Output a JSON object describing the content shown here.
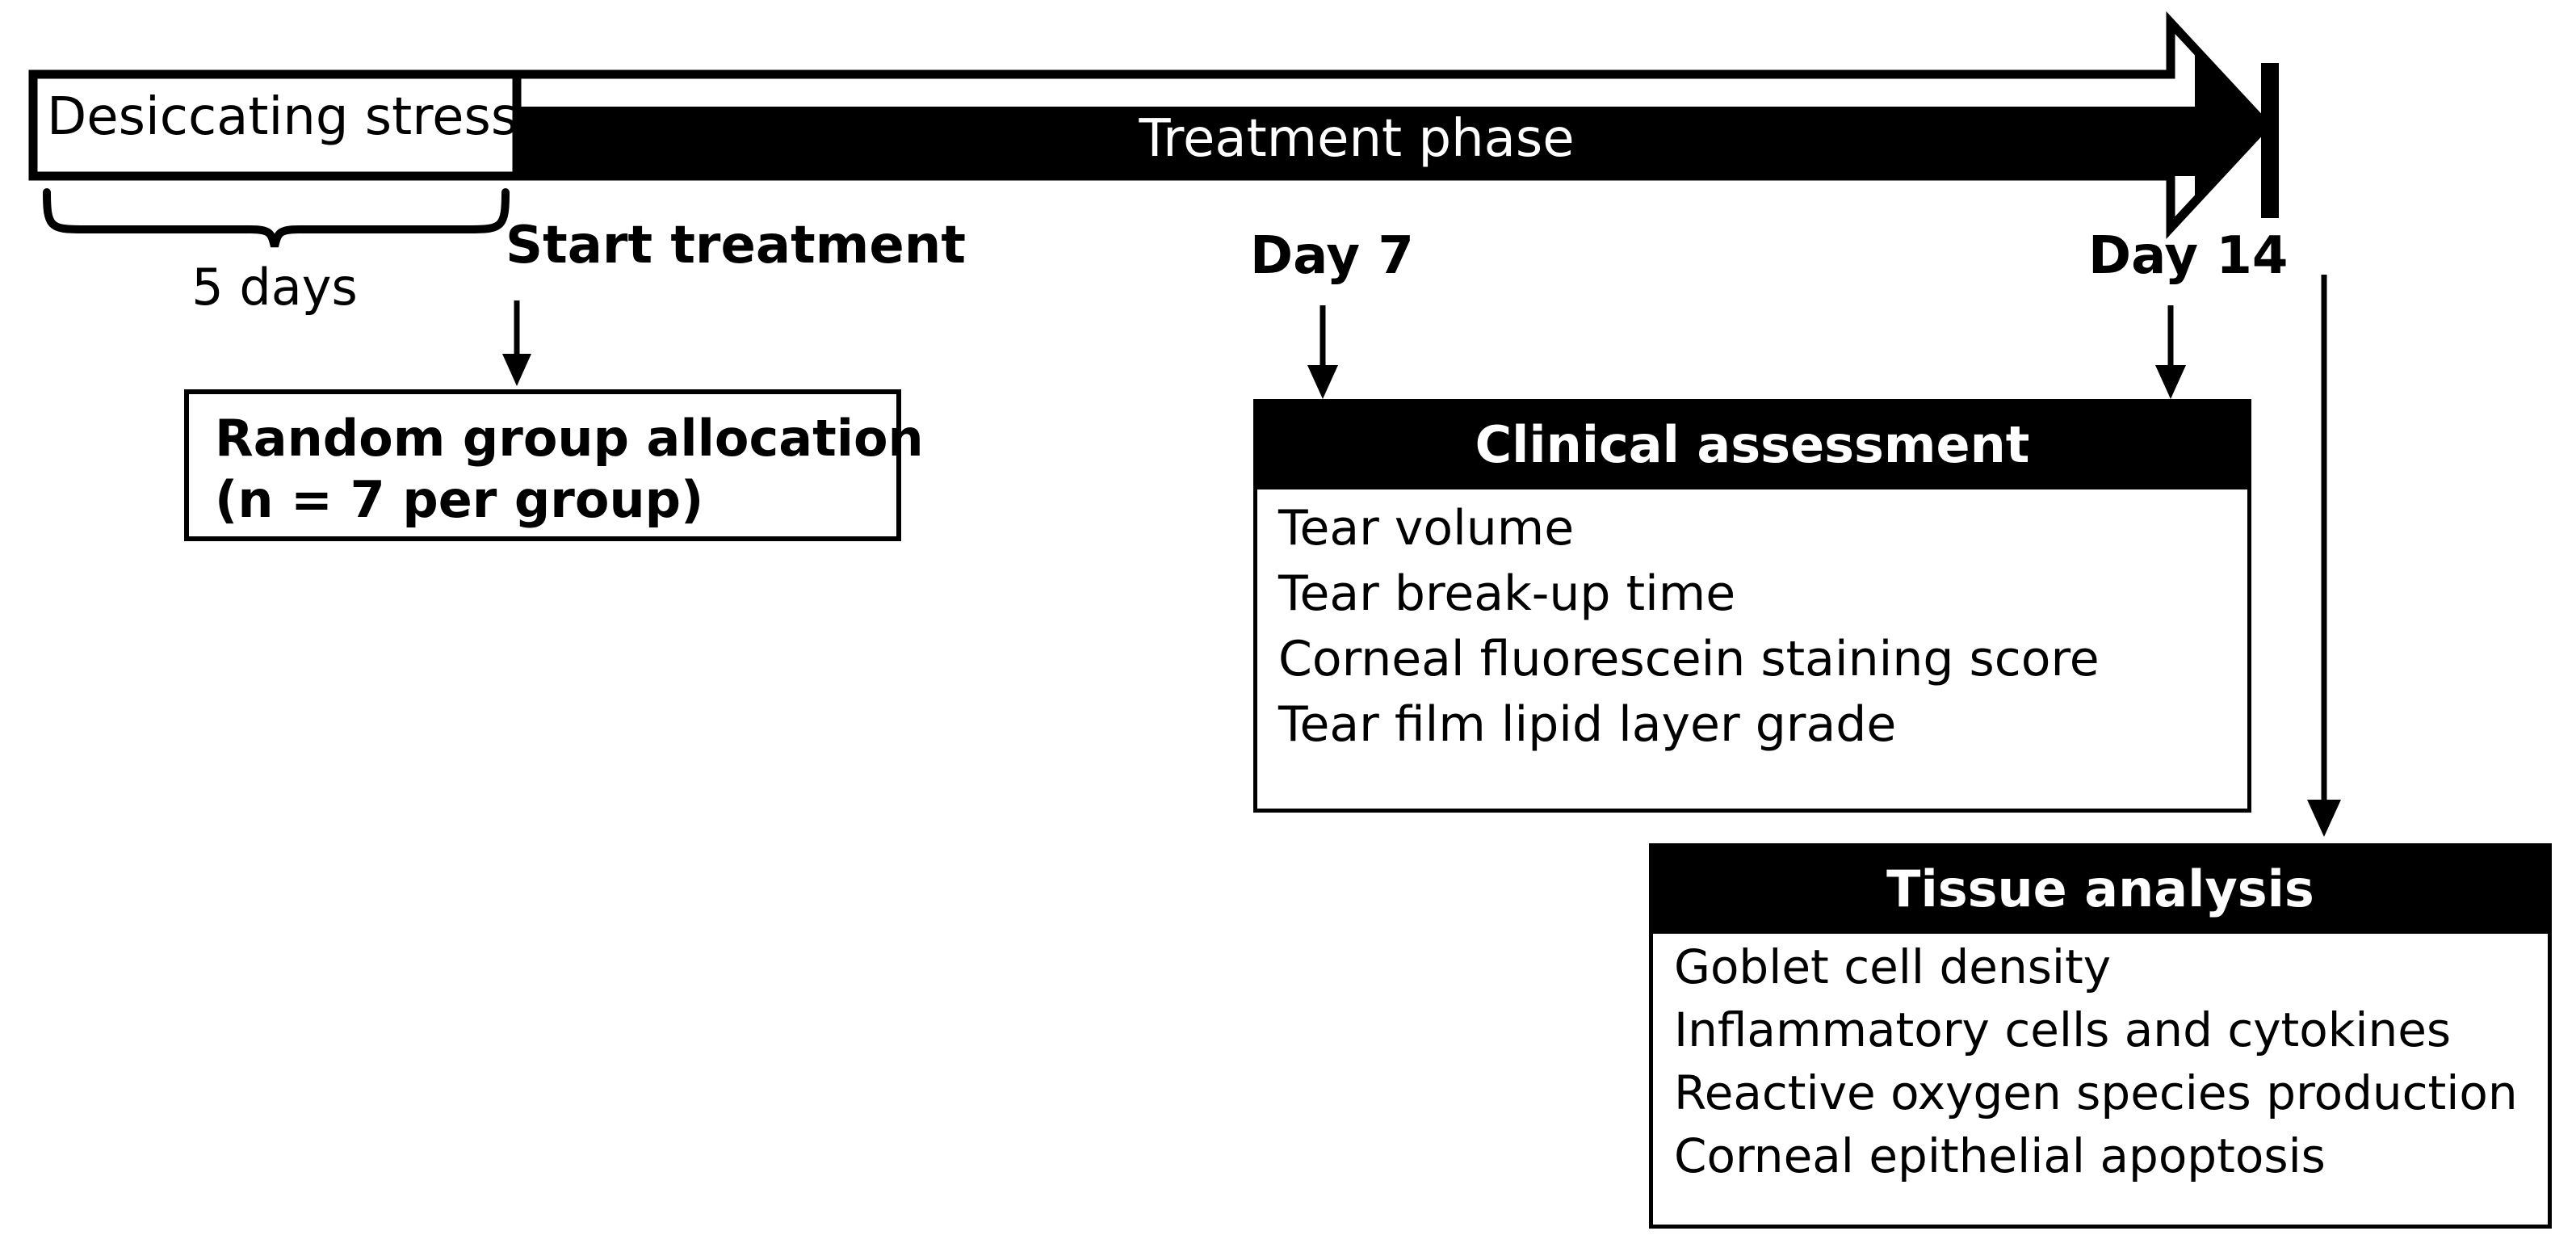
{
  "timeline": {
    "pre_phase_label": "Desiccating stress",
    "pre_phase_duration": "5 days",
    "treatment_phase_label": "Treatment phase",
    "milestones": [
      {
        "id": "start-treatment",
        "label": "Start treatment"
      },
      {
        "id": "day7",
        "label": "Day 7"
      },
      {
        "id": "day14",
        "label": "Day 14"
      }
    ]
  },
  "allocation_box": {
    "line1": "Random group allocation",
    "line2": "(n = 7 per group)"
  },
  "clinical_assessment": {
    "title": "Clinical assessment",
    "items": [
      "Tear volume",
      "Tear break-up time",
      "Corneal fluorescein staining score",
      "Tear film lipid layer grade"
    ]
  },
  "tissue_analysis": {
    "title": "Tissue analysis",
    "items": [
      "Goblet cell density",
      "Inflammatory cells and cytokines",
      "Reactive oxygen species production",
      "Corneal epithelial apoptosis"
    ]
  },
  "colors": {
    "foreground": "#000000",
    "background": "#ffffff",
    "header_text": "#ffffff"
  }
}
